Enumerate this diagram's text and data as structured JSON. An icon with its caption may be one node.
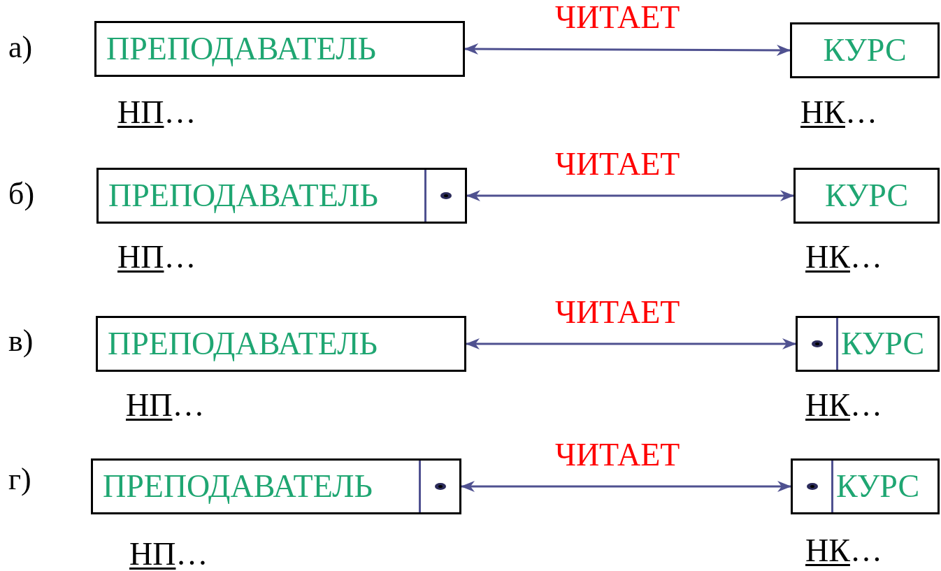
{
  "diagram": {
    "nodes": [
      {
        "text": [
          "ПРЕПОДАВАТЕЛЬ"
        ],
        "beside": [
          "НП",
          "…"
        ]
      },
      {
        "text": [
          "КУРС"
        ],
        "beside": [
          "НК",
          "…"
        ]
      },
      {
        "text": [
          "ПРЕПОДАВАТЕЛЬ"
        ],
        "beside": [
          "НП",
          "…"
        ]
      },
      {
        "text": [],
        "shape": "circle",
        "in": 2
      },
      {
        "text": [
          "КУРС"
        ],
        "beside": [
          "НК",
          "…"
        ]
      },
      {
        "text": [
          "ПРЕПОДАВАТЕЛЬ"
        ],
        "beside": [
          "НП",
          "…"
        ]
      },
      {
        "text": [
          "КУРС"
        ],
        "beside": [
          "НК",
          "…"
        ]
      },
      {
        "text": [],
        "shape": "circle",
        "in": 6
      },
      {
        "text": [
          "ПРЕПОДАВАТЕЛЬ"
        ],
        "beside": [
          "НП",
          "…"
        ]
      },
      {
        "text": [],
        "shape": "circle",
        "in": 8
      },
      {
        "text": [
          "КУРС"
        ],
        "beside": [
          "НК",
          "…"
        ]
      },
      {
        "text": [],
        "shape": "circle",
        "in": 10
      }
    ],
    "edges": [
      {
        "from": 0,
        "to": 1,
        "arrow": "both",
        "label": "ЧИТАЕТ"
      },
      {
        "from": 2,
        "to": 4,
        "arrow": "both",
        "label": "ЧИТАЕТ"
      },
      {
        "from": 5,
        "to": 6,
        "arrow": "both",
        "label": "ЧИТАЕТ"
      },
      {
        "from": 8,
        "to": 10,
        "arrow": "both",
        "label": "ЧИТАЕТ"
      }
    ],
    "labels": [
      "а)",
      "б)",
      "в)",
      "г)"
    ]
  }
}
